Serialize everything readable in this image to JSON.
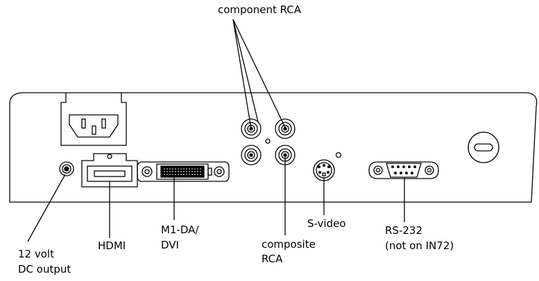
{
  "labels": {
    "component_rca": "component RCA",
    "hdmi": "HDMI",
    "m1_dvi_line1": "M1-DA/",
    "m1_dvi_line2": "DVI",
    "svideo": "S-video",
    "composite_line1": "composite",
    "composite_line2": "RCA",
    "rs232_line1": "RS-232",
    "rs232_line2": "(not on IN72)",
    "dc_line1": "12 volt",
    "dc_line2": "DC output"
  }
}
